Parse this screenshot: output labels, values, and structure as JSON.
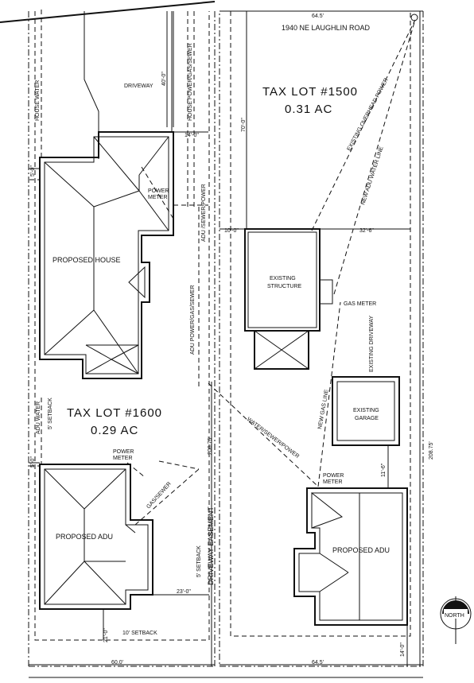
{
  "address": "1940 NE LAUGHLIN ROAD",
  "tax_lot_1500": {
    "title": "TAX LOT #1500",
    "area": "0.31 AC"
  },
  "tax_lot_1600": {
    "title": "TAX LOT #1600",
    "area": "0.29 AC"
  },
  "buildings": {
    "proposed_house": "PROPOSED HOUSE",
    "proposed_adu_west": "PROPOSED ADU",
    "proposed_adu_east": "PROPOSED ADU",
    "existing_structure_1": "EXISTING",
    "existing_structure_2": "STRUCTURE",
    "existing_garage_1": "EXISTING",
    "existing_garage_2": "GARAGE"
  },
  "labels": {
    "driveway": "DRIVEWAY",
    "house_water": "HOUSE WATER",
    "house_utilities": "HOUSE POWER/GAS/SEWER",
    "adu_sewer_power": "ADU /SEWER/POWER",
    "adu_power_gas_sewer": "ADU POWER/GAS/SEWER",
    "power_meter_1a": "POWER",
    "power_meter_1b": "METER",
    "power_meter_2a": "POWER",
    "power_meter_2b": "METER",
    "power_meter_3a": "POWER",
    "power_meter_3b": "METER",
    "gas_meter": "GAS METER",
    "existing_overhead_power": "EXISTING OVERHEAD POWER",
    "new_adu_water_line": "NEW ADU WATER LINE",
    "existing_driveway": "EXISTING DRIVEWAY",
    "new_gas_line": "NEW GAS LINE",
    "water_sewer_power": "WATER/SEWER/POWER",
    "adu_water": "ADU WATER",
    "setback_5_side": "5' SETBACK",
    "gas_sewer": "GAS/SEWER",
    "setback_5_easement": "5' SETBACK",
    "driveway_easement": "DRIVEWAY EASEMENT",
    "setback_10": "10' SETBACK",
    "north": "NORTH"
  },
  "dimensions": {
    "top_east": "64.5'",
    "bottom_west": "60.0'",
    "bottom_east": "64.5'",
    "depth_west": "208.75'",
    "depth_east": "208.75'",
    "d40": "40'-0\"",
    "d70": "70'-0\"",
    "d14": "14'-0\"",
    "d5_house": "5'-0\"",
    "d10": "10'-0\"",
    "d32": "32'-6\"",
    "d5_adu": "5'-0\"",
    "d23": "23'-0\"",
    "d21": "21'-0\"",
    "d11": "11'-6\"",
    "d14_bottom": "14'-0\""
  }
}
